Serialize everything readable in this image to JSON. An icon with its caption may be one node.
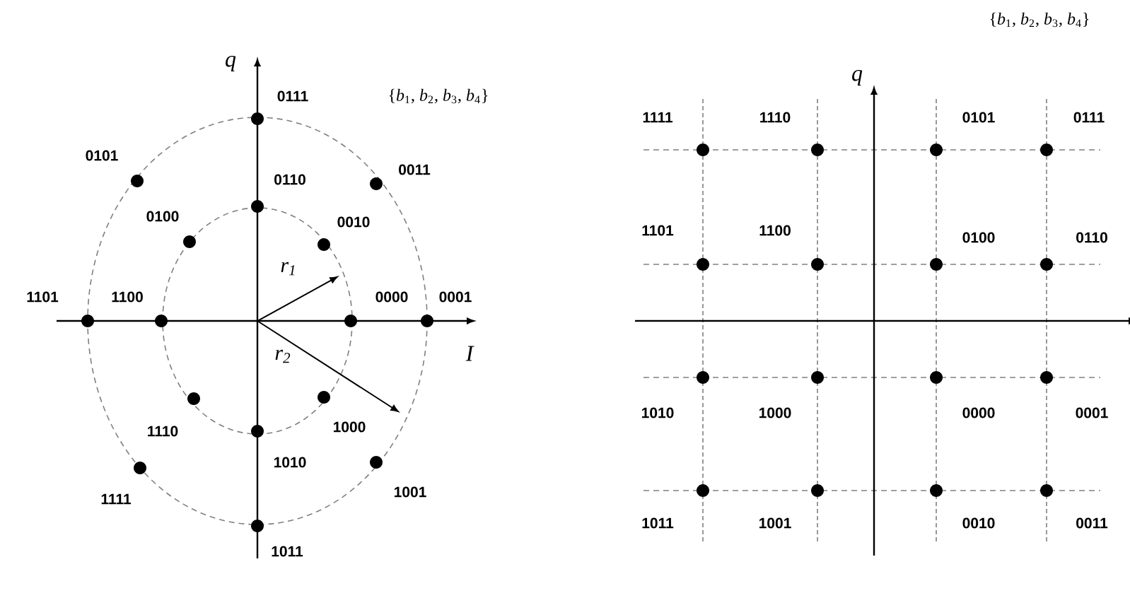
{
  "diagram": {
    "labels": [
      "q",
      "0111",
      "{*b*$_{1}$, *b*$_{2}$, *b*$_{3}$, *b*$_{4}$}",
      "0101",
      "0110",
      "0011",
      "0100",
      "0010",
      "r$_{1}$",
      "1101",
      "1100",
      "0000",
      "0001",
      "r$_{2}$",
      "I",
      "1110",
      "1000",
      "1010",
      "1111",
      "1001",
      "1011",
      "{*b*$_{1}$, *b*$_{2}$, *b*$_{3}$, *b*$_{4}$}",
      "q",
      "1111",
      "1110",
      "0101",
      "0111",
      "1101",
      "1100",
      "0100",
      "0110",
      "1010",
      "1000",
      "0000",
      "0001",
      "1011",
      "1001",
      "0010",
      "0011"
    ]
  }
}
